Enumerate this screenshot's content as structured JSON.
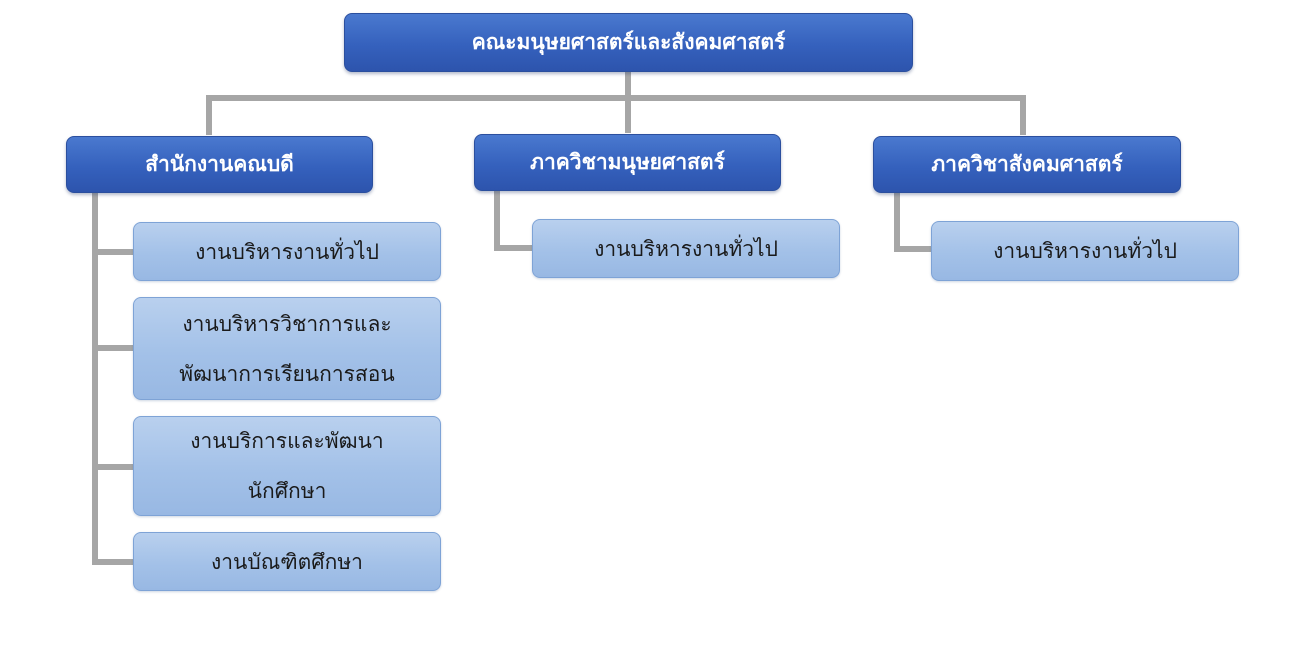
{
  "root": {
    "label": "คณะมนุษยศาสตร์และสังคมศาสตร์"
  },
  "units": [
    {
      "label": "สำนักงานคณบดี",
      "subunits": [
        {
          "lines": [
            "งานบริหารงานทั่วไป"
          ]
        },
        {
          "lines": [
            "งานบริหารวิชาการและ",
            "พัฒนาการเรียนการสอน"
          ]
        },
        {
          "lines": [
            "งานบริการและพัฒนา",
            "นักศึกษา"
          ]
        },
        {
          "lines": [
            "งานบัณฑิตศึกษา"
          ]
        }
      ]
    },
    {
      "label": "ภาควิชามนุษยศาสตร์",
      "subunits": [
        {
          "lines": [
            "งานบริหารงานทั่วไป"
          ]
        }
      ]
    },
    {
      "label": "ภาควิชาสังคมศาสตร์",
      "subunits": [
        {
          "lines": [
            "งานบริหารงานทั่วไป"
          ]
        }
      ]
    }
  ],
  "colors": {
    "primary_box": "#3561bd",
    "secondary_box": "#a3c1e8",
    "connector": "#a6a6a6"
  }
}
